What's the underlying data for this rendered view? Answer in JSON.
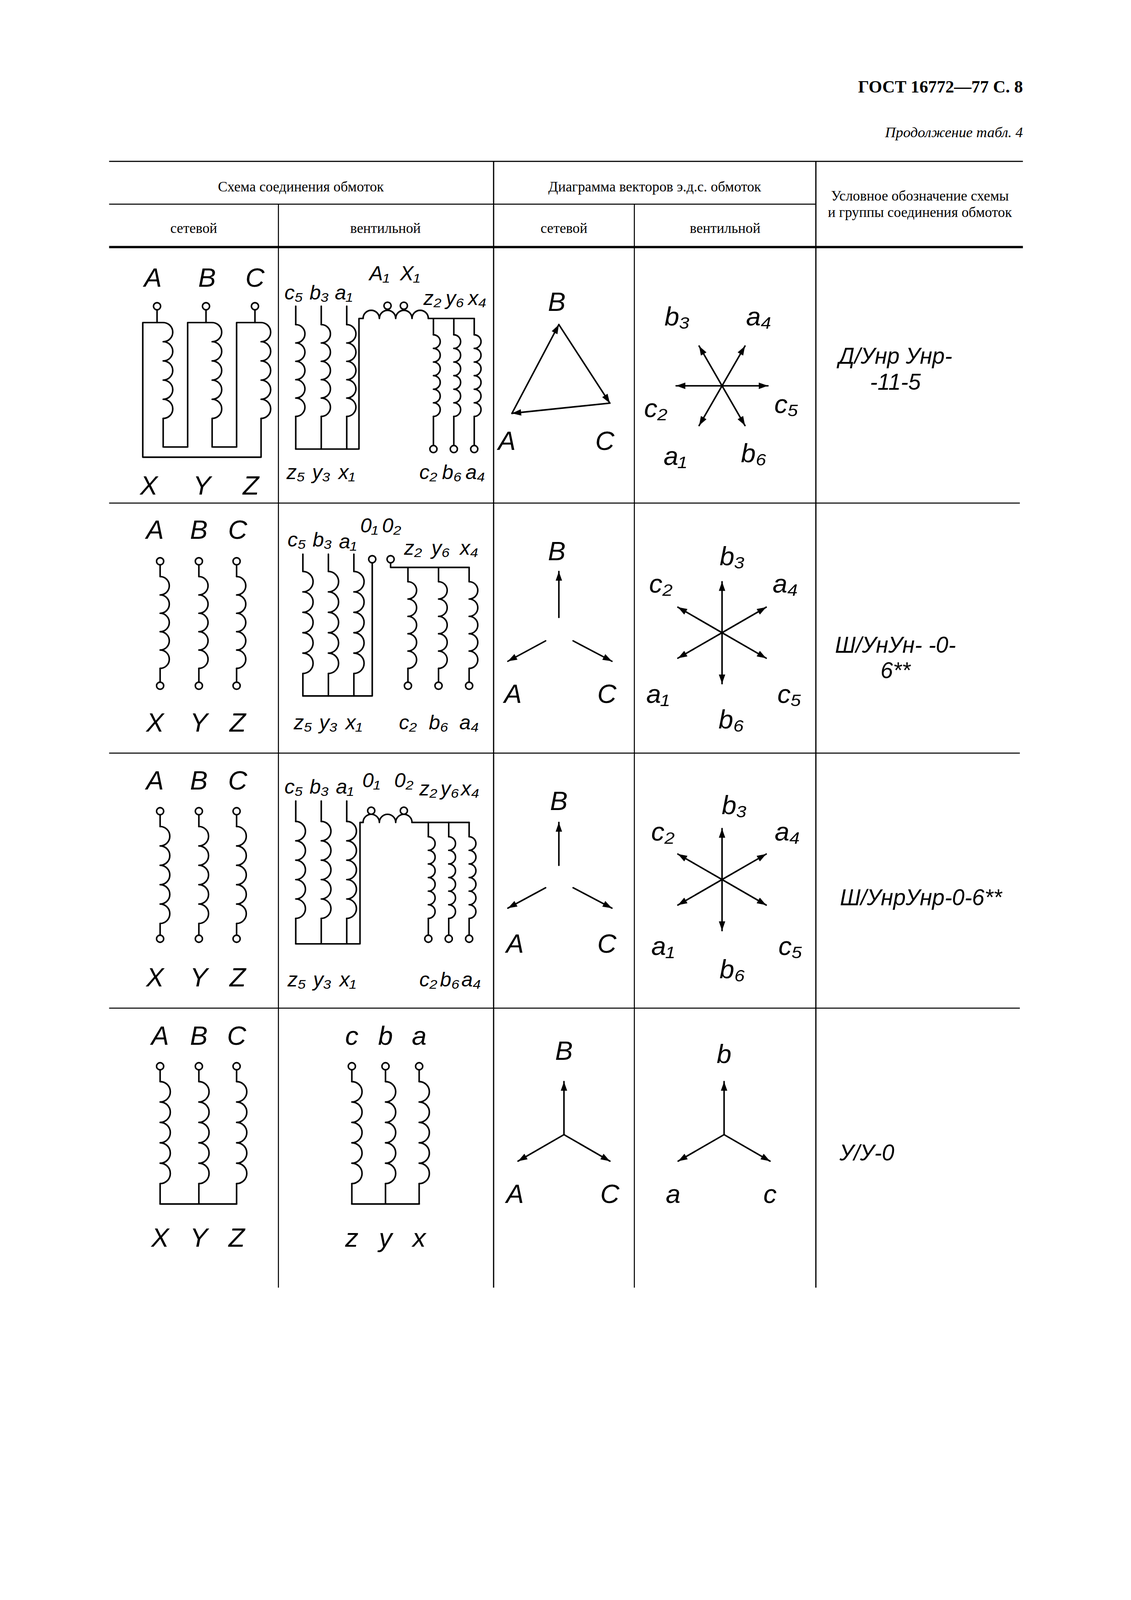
{
  "diagram": {
    "title": "ГОСТ 16772—77 С. 8",
    "labels": [
      "Продолжение табл. 4",
      "Схема соединения обмоток",
      "Диаграмма векторов э.д.с. обмоток",
      "Условное обозначение схемы и группы соединения обмоток",
      "сетевой",
      "вентильной",
      "сетевой",
      "вентильной",
      "A",
      "B",
      "C",
      "X",
      "Y",
      "Z",
      "c₅",
      "b₃",
      "a₁",
      "A₁",
      "X₁",
      "z₂",
      "y₆",
      "x₄",
      "z₅",
      "y₃",
      "x₁",
      "c₂",
      "b₆",
      "a₄",
      "B",
      "A",
      "C",
      "b₃",
      "a₄",
      "c₂",
      "c₅",
      "a₁",
      "b₆",
      "Д/Унр Унр- -11-5",
      "A",
      "B",
      "C",
      "X",
      "Y",
      "Z",
      "c₅",
      "b₃",
      "a₁",
      "0₁",
      "0₂",
      "z₂",
      "y₆",
      "x₄",
      "z₅",
      "y₃",
      "x₁",
      "c₂",
      "b₆",
      "a₄",
      "B",
      "A",
      "C",
      "b₃",
      "c₂",
      "a₄",
      "a₁",
      "c₅",
      "b₆",
      "Ш/УнУн- -0-6**",
      "A",
      "B",
      "C",
      "X",
      "Y",
      "Z",
      "c₅",
      "b₃",
      "a₁",
      "0₁",
      "0₂",
      "z₂",
      "y₆",
      "x₄",
      "z₅",
      "y₃",
      "x₁",
      "c₂",
      "b₆",
      "a₄",
      "B",
      "A",
      "C",
      "b₃",
      "c₂",
      "a₄",
      "a₁",
      "c₅",
      "b₆",
      "Ш/УнрУнр-0-6**",
      "A",
      "B",
      "C",
      "X",
      "Y",
      "Z",
      "c",
      "b",
      "a",
      "z",
      "y",
      "x",
      "B",
      "A",
      "C",
      "b",
      "a",
      "c",
      "У/У-0"
    ]
  }
}
